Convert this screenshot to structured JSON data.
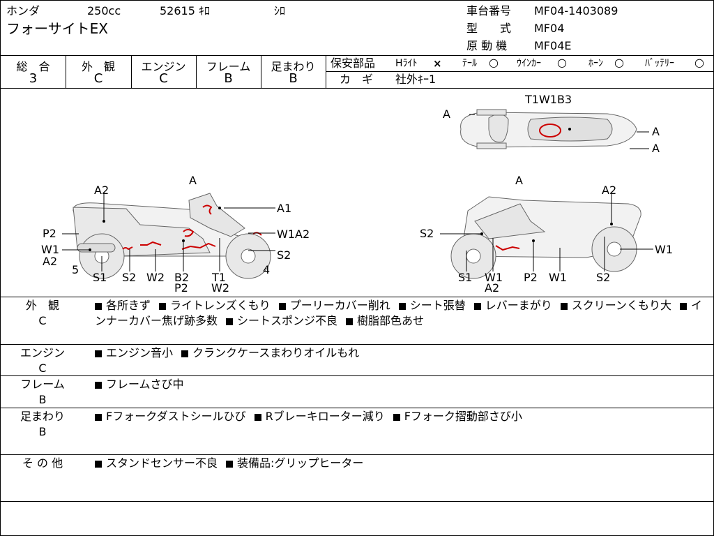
{
  "header": {
    "maker": "ホンダ",
    "displacement": "250cc",
    "mileage": "52615 ｷﾛ",
    "color": "ｼﾛ",
    "model_name": "フォーサイトEX",
    "frame_label": "車台番号",
    "frame_value": "MF04-1403089",
    "type_label": "型　　式",
    "type_value": "MF04",
    "engine_label": "原 動 機",
    "engine_value": "MF04E"
  },
  "grades": [
    {
      "label": "総　合",
      "value": "3"
    },
    {
      "label": "外　観",
      "value": "C"
    },
    {
      "label": "エンジン",
      "value": "C"
    },
    {
      "label": "フレーム",
      "value": "B"
    },
    {
      "label": "足まわり",
      "value": "B"
    }
  ],
  "safety": {
    "label": "保安部品",
    "items": [
      {
        "name": "Hﾗｲﾄ",
        "mark": "×"
      },
      {
        "name": "ﾃｰﾙ",
        "mark": "○"
      },
      {
        "name": "ｳｲﾝｶｰ",
        "mark": "○"
      },
      {
        "name": "ﾎｰﾝ",
        "mark": "○"
      },
      {
        "name": "ﾊﾞｯﾃﾘｰ",
        "mark": "○"
      }
    ],
    "key_label": "カ　ギ",
    "key_value": "社外ｷｰ1"
  },
  "diagram_labels": {
    "top": [
      "T1W1B3",
      "A",
      "A",
      "A"
    ],
    "left": [
      "A",
      "A2",
      "A1",
      "P2",
      "W1A2",
      "W1",
      "A2",
      "S2",
      "5",
      "4",
      "S1",
      "S2",
      "W2",
      "B2",
      "P2",
      "T1",
      "W2"
    ],
    "right": [
      "A",
      "A2",
      "S2",
      "W1",
      "S1",
      "W1",
      "A2",
      "P2",
      "W1",
      "S2"
    ]
  },
  "sections": [
    {
      "label": "外　観",
      "grade": "C",
      "items": [
        "各所きず",
        "ライトレンズくもり",
        "プーリーカバー削れ",
        "シート張替",
        "レバーまがり",
        "スクリーンくもり大",
        "インナーカバー焦げ跡多数",
        "シートスポンジ不良",
        "樹脂部色あせ"
      ]
    },
    {
      "label": "エンジン",
      "grade": "C",
      "items": [
        "エンジン音小",
        "クランクケースまわりオイルもれ"
      ]
    },
    {
      "label": "フレーム",
      "grade": "B",
      "items": [
        "フレームさび中"
      ]
    },
    {
      "label": "足まわり",
      "grade": "B",
      "items": [
        "Fフォークダストシールひび",
        "Rブレーキローター減り",
        "Fフォーク摺動部さび小"
      ]
    },
    {
      "label": "そ の 他",
      "grade": "",
      "items": [
        "スタンドセンサー不良",
        "装備品:グリップヒーター"
      ]
    }
  ]
}
